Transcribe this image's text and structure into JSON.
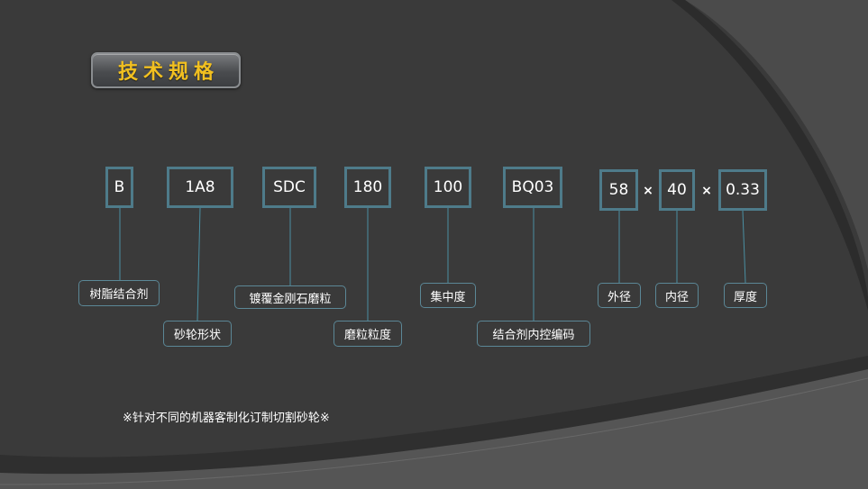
{
  "title": "技术规格",
  "codes": [
    "B",
    "1A8",
    "SDC",
    "180",
    "100",
    "BQ03",
    "58",
    "40",
    "0.33"
  ],
  "separators": [
    "×",
    "×"
  ],
  "labels": [
    "树脂结合剂",
    "砂轮形状",
    "镀覆金刚石磨粒",
    "磨粒粒度",
    "集中度",
    "结合剂内控编码",
    "外径",
    "内径",
    "厚度"
  ],
  "note": "※针对不同的机器客制化订制切割砂轮※",
  "colors": {
    "background": "#3a3a3a",
    "title_text": "#f2c020",
    "box_border": "#4e7b8a",
    "connector": "#4a8fa2"
  }
}
